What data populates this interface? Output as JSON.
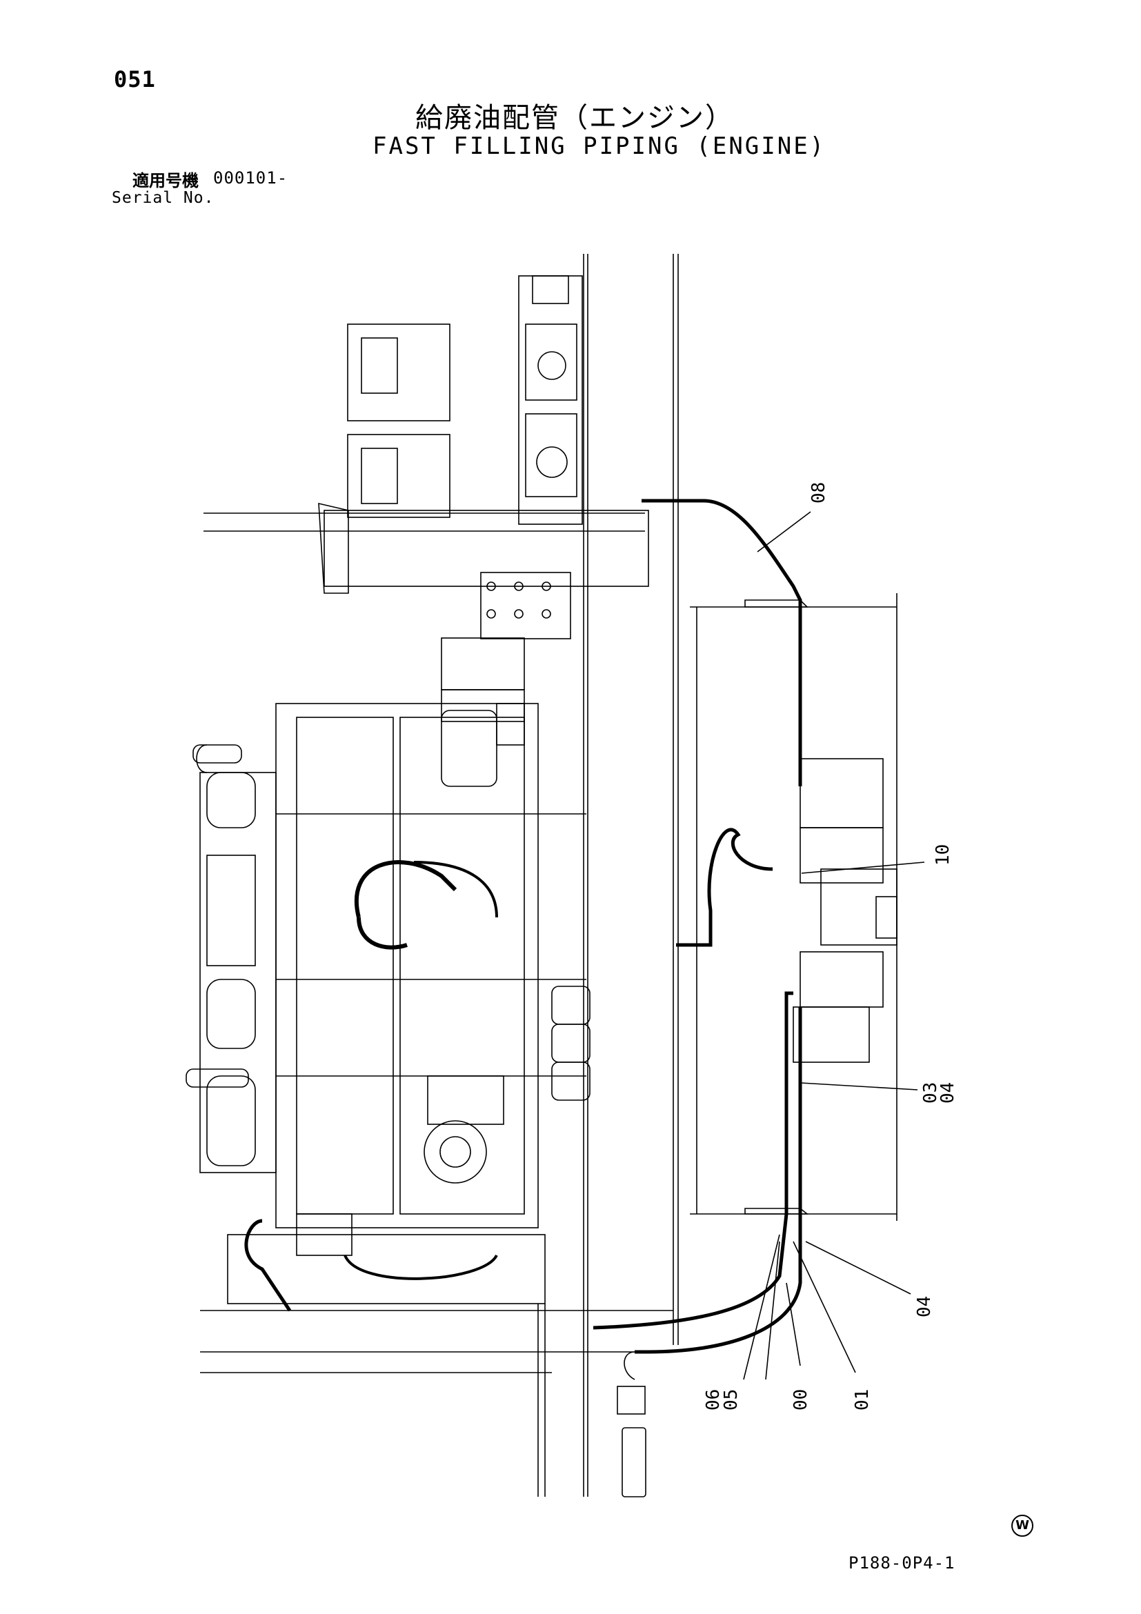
{
  "header": {
    "page_number": "051",
    "title_jp": "給廃油配管（エンジン）",
    "title_en": "FAST FILLING PIPING (ENGINE)",
    "serial_label_jp": "適用号機",
    "serial_value": "000101-",
    "serial_label_en": "Serial No."
  },
  "callouts": {
    "c08": "08",
    "c10": "10",
    "c03": "03",
    "c04a": "04",
    "c04b": "04",
    "c06": "06",
    "c05": "05",
    "c00": "00",
    "c01": "01"
  },
  "footer": {
    "figure_code": "P188-0P4-1",
    "mark": "W"
  }
}
